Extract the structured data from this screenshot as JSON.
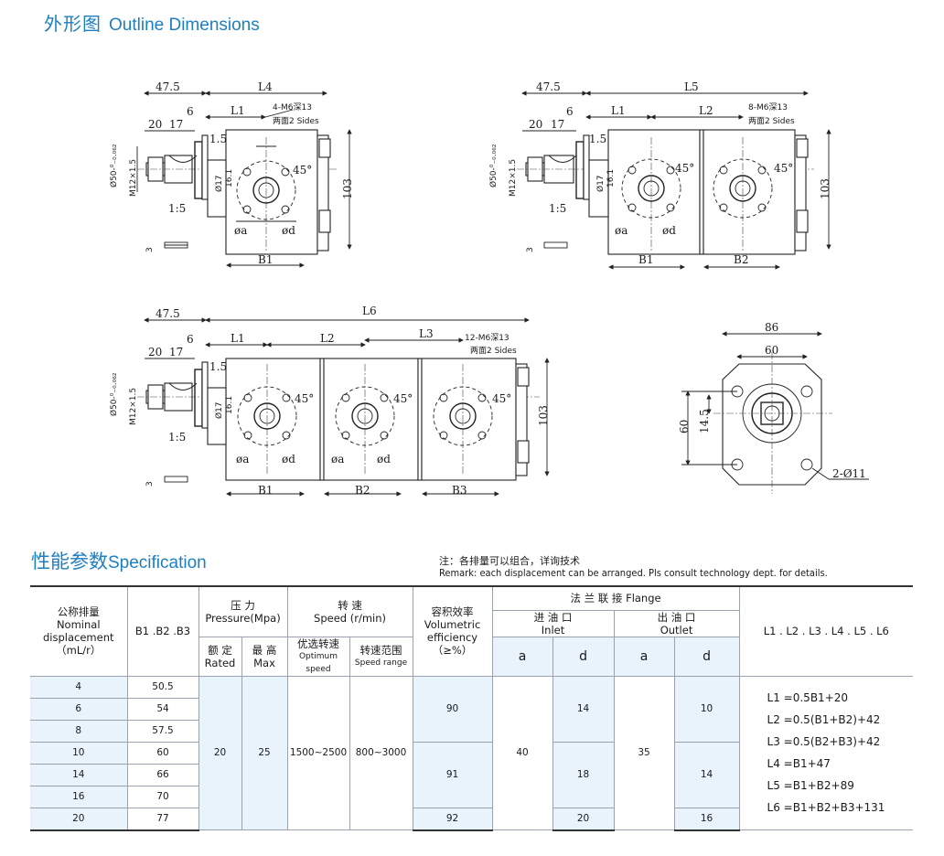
{
  "section1": {
    "title_cn": "外形图",
    "title_en": "Outline Dimensions"
  },
  "drawing1": {
    "dims": {
      "d475": "47.5",
      "l4": "L4",
      "l1": "L1",
      "d6": "6",
      "d20": "20",
      "d17": "17",
      "d15": "1.5",
      "thread": "4-M6深13",
      "sides": "两面2 Sides",
      "d45": "45°",
      "d103": "103",
      "b1": "B1",
      "oa": "øa",
      "od": "ød",
      "taper": "1:5",
      "phi50": "Ø50-⁰₋₀.₀₆₂",
      "m12": "M12×1.5",
      "d17v": "Ø17",
      "d161": "16.1",
      "d3": "3"
    }
  },
  "drawing2": {
    "dims": {
      "d475": "47.5",
      "l5": "L5",
      "l1": "L1",
      "l2": "L2",
      "d6": "6",
      "d20": "20",
      "d17": "17",
      "d15": "1.5",
      "thread": "8-M6深13",
      "sides": "两面2 Sides",
      "d45a": "45°",
      "d45b": "45°",
      "d103": "103",
      "b1": "B1",
      "b2": "B2",
      "oa": "øa",
      "od": "ød",
      "taper": "1:5",
      "phi50": "Ø50-⁰₋₀.₀₆₂",
      "m12": "M12×1.5",
      "d17v": "Ø17",
      "d161": "16.1",
      "d3": "3"
    }
  },
  "drawing3": {
    "dims": {
      "d475": "47.5",
      "l6": "L6",
      "l1": "L1",
      "l2": "L2",
      "l3": "L3",
      "d6": "6",
      "d20": "20",
      "d17": "17",
      "d15": "1.5",
      "thread": "12-M6深13",
      "sides": "两面2 Sides",
      "d45a": "45°",
      "d45b": "45°",
      "d45c": "45°",
      "d103": "103",
      "b1": "B1",
      "b2": "B2",
      "b3": "B3",
      "oa1": "øa",
      "od1": "ød",
      "oa2": "øa",
      "od2": "ød",
      "taper": "1:5",
      "phi50": "Ø50-⁰₋₀.₀₆₂",
      "m12": "M12×1.5",
      "d17v": "Ø17",
      "d161": "16.1",
      "d3": "3"
    }
  },
  "drawing4": {
    "dims": {
      "d86": "86",
      "d60h": "60",
      "d60v": "60",
      "d145": "14.5",
      "holes": "2-Ø11"
    }
  },
  "section2": {
    "title_cn": "性能参数",
    "title_en": "Specification"
  },
  "note": {
    "cn": "注：各排量可以组合，详询技术",
    "en": "Remark: each displacement can be arranged. Pls consult technology dept. for details."
  },
  "table": {
    "h_nominal": "公称排量",
    "h_nominal_en": "Nominal displacement",
    "h_nominal_unit": "（mL/r）",
    "h_b": "B1 .B2 .B3",
    "h_pressure": "压  力",
    "h_pressure_en": "Pressure(Mpa)",
    "h_speed": "转    速",
    "h_speed_en": "Speed   (r/min)",
    "h_vol": "容积效率",
    "h_vol_en": "Volumetric efficiency",
    "h_vol_unit": "（≥%）",
    "h_flange": "法 兰 联 接  Flange",
    "h_inlet": "进 油 口",
    "h_inlet_en": "Inlet",
    "h_outlet": "出 油 口",
    "h_outlet_en": "Outlet",
    "h_l": "L1 . L2 . L3 . L4 . L5 . L6",
    "h_rated": "额 定",
    "h_rated_en": "Rated",
    "h_max": "最 高",
    "h_max_en": "Max",
    "h_opt": "优选转速",
    "h_opt_en": "Optimum speed",
    "h_range": "转速范围",
    "h_range_en": "Speed range",
    "h_a1": "a",
    "h_d1": "d",
    "h_a2": "a",
    "h_d2": "d",
    "rows": [
      {
        "disp": "4",
        "b": "50.5"
      },
      {
        "disp": "6",
        "b": "54"
      },
      {
        "disp": "8",
        "b": "57.5"
      },
      {
        "disp": "10",
        "b": "60"
      },
      {
        "disp": "14",
        "b": "66"
      },
      {
        "disp": "16",
        "b": "70"
      },
      {
        "disp": "20",
        "b": "77"
      }
    ],
    "rated": "20",
    "max": "25",
    "opt_speed": "1500~2500",
    "speed_range": "800~3000",
    "vol1": "90",
    "vol2": "91",
    "vol3": "92",
    "inlet_a": "40",
    "inlet_d1": "14",
    "inlet_d2": "18",
    "inlet_d3": "20",
    "outlet_a": "35",
    "outlet_d1": "10",
    "outlet_d2": "14",
    "outlet_d3": "16",
    "formulas": [
      "L1 =0.5B1+20",
      "L2 =0.5(B1+B2)+42",
      "L3 =0.5(B2+B3)+42",
      "L4 =B1+47",
      "L5 =B1+B2+89",
      "L6 =B1+B2+B3+131"
    ]
  }
}
